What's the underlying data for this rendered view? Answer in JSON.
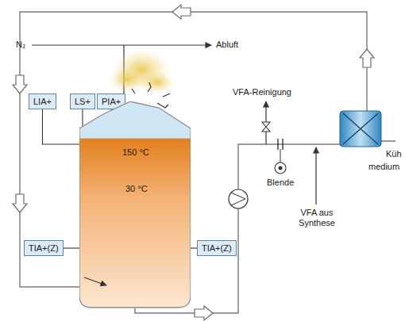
{
  "diagram": {
    "nodes": [
      {
        "text": [
          "LIA+"
        ]
      },
      {
        "text": [
          "LS+"
        ]
      },
      {
        "text": [
          "PIA+"
        ]
      },
      {
        "text": [
          "150 °C",
          "30 °C"
        ]
      },
      {
        "text": [
          "TIA+(Z)"
        ]
      },
      {
        "text": [
          "TIA+(Z)"
        ]
      }
    ],
    "edges": [
      {
        "from": 0,
        "to": 3,
        "arrow": "none"
      },
      {
        "from": 1,
        "to": 3,
        "arrow": "none"
      },
      {
        "from": 2,
        "to": 3,
        "arrow": "none"
      },
      {
        "from": 4,
        "to": 3,
        "arrow": "none"
      },
      {
        "from": 5,
        "to": 3,
        "arrow": "none"
      }
    ],
    "labels": [
      "N₂",
      "Abluft",
      "VFA-Reinigung",
      "Blende",
      "VFA aus Synthese",
      "Küh",
      "medium"
    ]
  }
}
